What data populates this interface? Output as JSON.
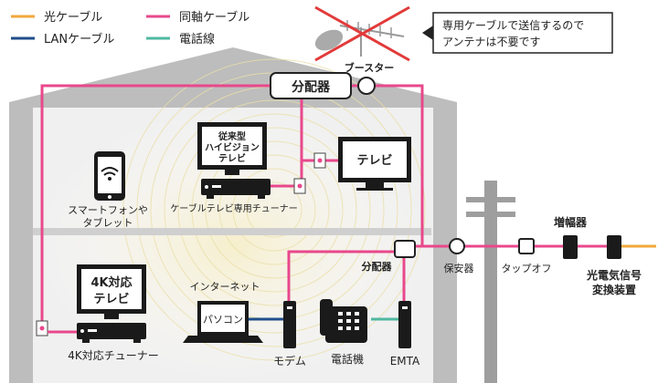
{
  "legend": {
    "fiber": "光ケーブル",
    "coax": "同軸ケーブル",
    "lan": "LANケーブル",
    "phone": "電話線"
  },
  "colors": {
    "fiber": "#f2a93b",
    "coax": "#e8488c",
    "lan": "#1f4e8c",
    "phone": "#4fb8a0",
    "house": "#bdbdbd",
    "house_inner": "#ececec",
    "device": "#1a1a1a",
    "cross": "#e23a3a"
  },
  "note": {
    "line1": "専用ケーブルで送信するので",
    "line2": "アンテナは不要です"
  },
  "labels": {
    "splitter_main": "分配器",
    "booster": "ブースター",
    "tv_old_line1": "従来型",
    "tv_old_line2": "ハイビジョン",
    "tv_old_line3": "テレビ",
    "tv_old_tuner": "ケーブルテレビ専用チューナー",
    "tv_right": "テレビ",
    "smartphone_line1": "スマートフォンや",
    "smartphone_line2": "タブレット",
    "tv_4k_line1": "4K対応",
    "tv_4k_line2": "テレビ",
    "tuner_4k": "4K対応チューナー",
    "internet": "インターネット",
    "pc": "パソコン",
    "modem": "モデム",
    "phone": "電話機",
    "emta": "EMTA",
    "splitter_inner": "分配器",
    "protector": "保安器",
    "tap_off": "タップオフ",
    "amplifier": "増幅器",
    "converter_line1": "光電気信号",
    "converter_line2": "変換装置"
  }
}
